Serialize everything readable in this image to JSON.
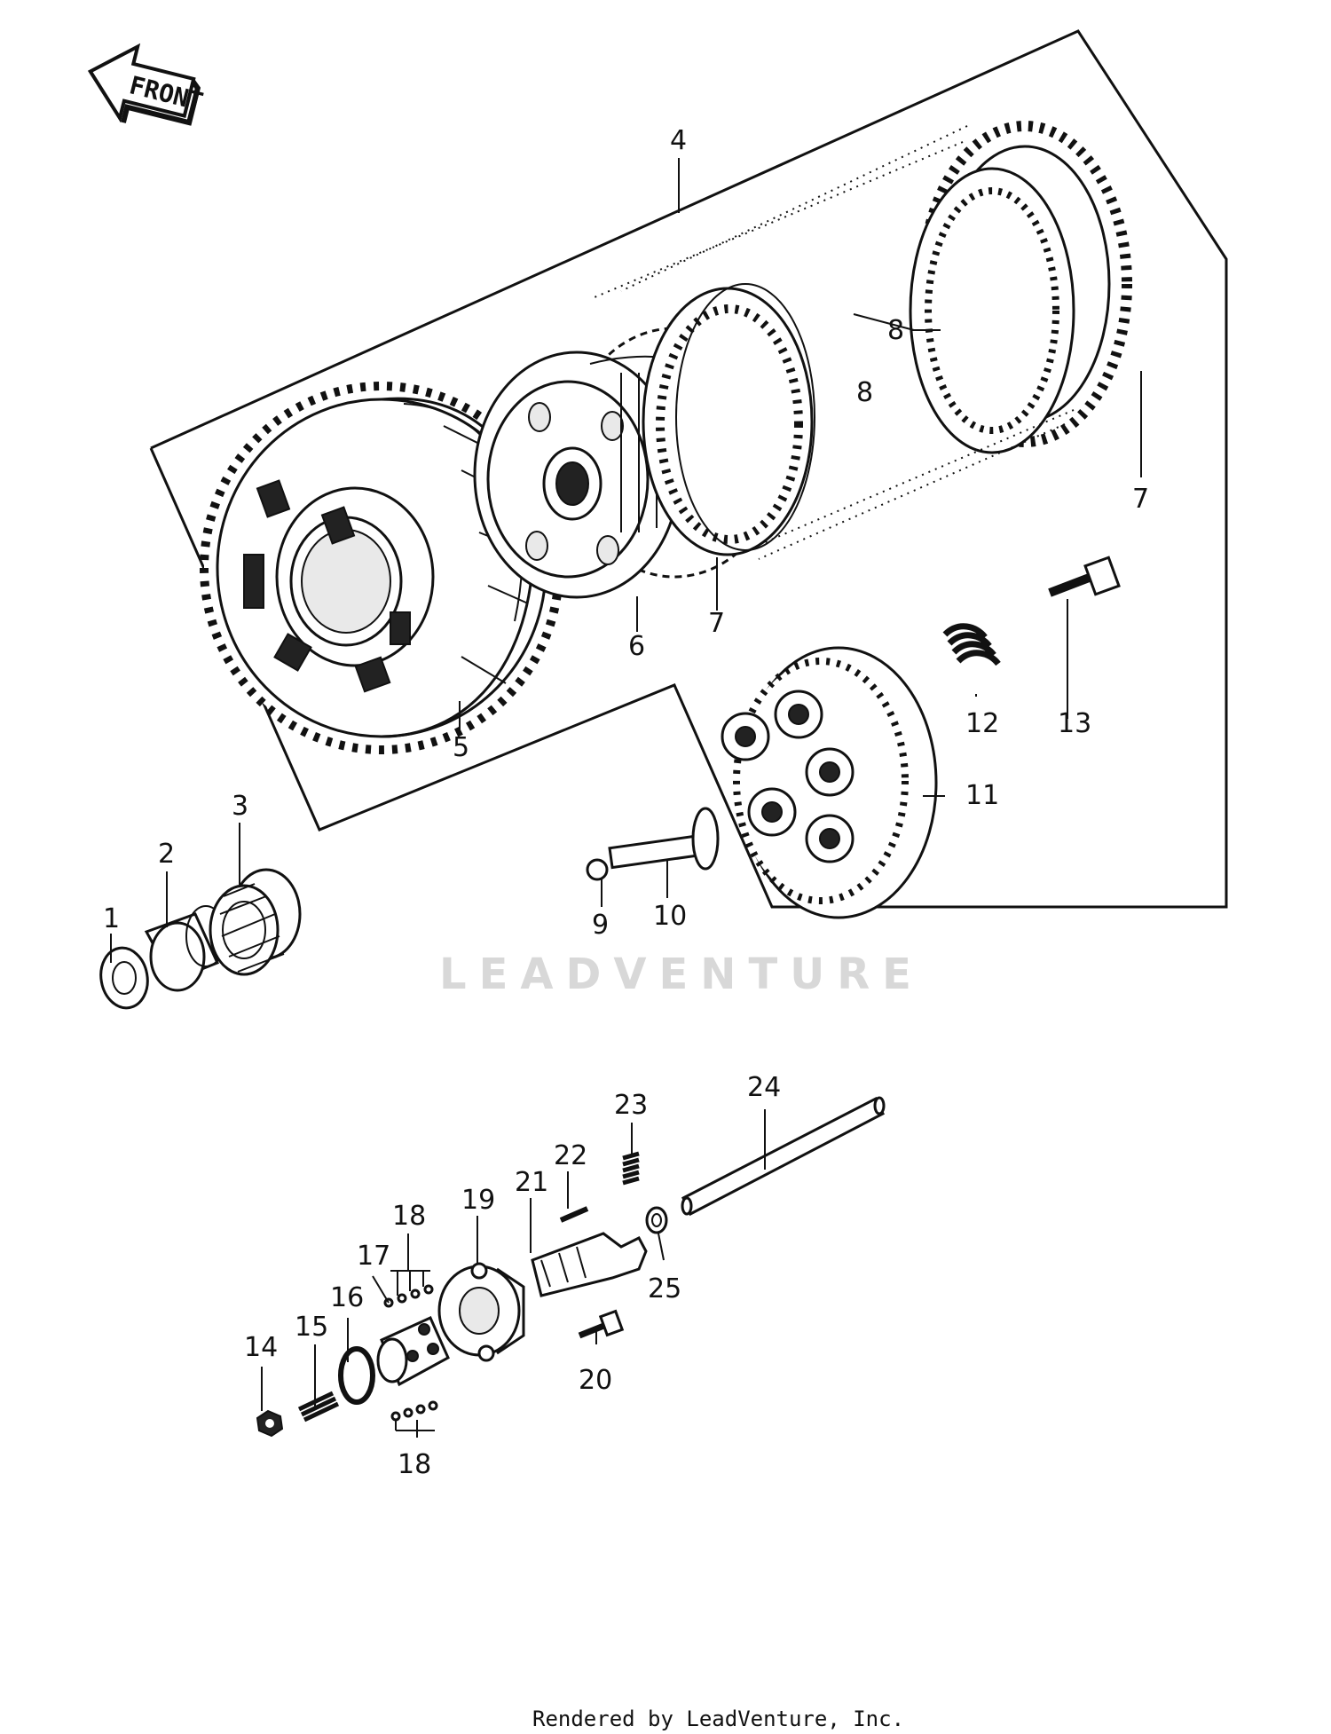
{
  "front_label": "FRONT",
  "watermark": "LEADVENTURE",
  "footer": "Rendered by LeadVenture, Inc.",
  "callouts": {
    "c1": "1",
    "c2": "2",
    "c3": "3",
    "c4": "4",
    "c5": "5",
    "c6": "6",
    "c7a": "7",
    "c7b": "7",
    "c8a": "8",
    "c8b": "8",
    "c9": "9",
    "c10": "10",
    "c11": "11",
    "c12": "12",
    "c13": "13",
    "c14": "14",
    "c15": "15",
    "c16": "16",
    "c17": "17",
    "c18a": "18",
    "c18b": "18",
    "c19": "19",
    "c20": "20",
    "c21": "21",
    "c22": "22",
    "c23": "23",
    "c24": "24",
    "c25": "25"
  }
}
